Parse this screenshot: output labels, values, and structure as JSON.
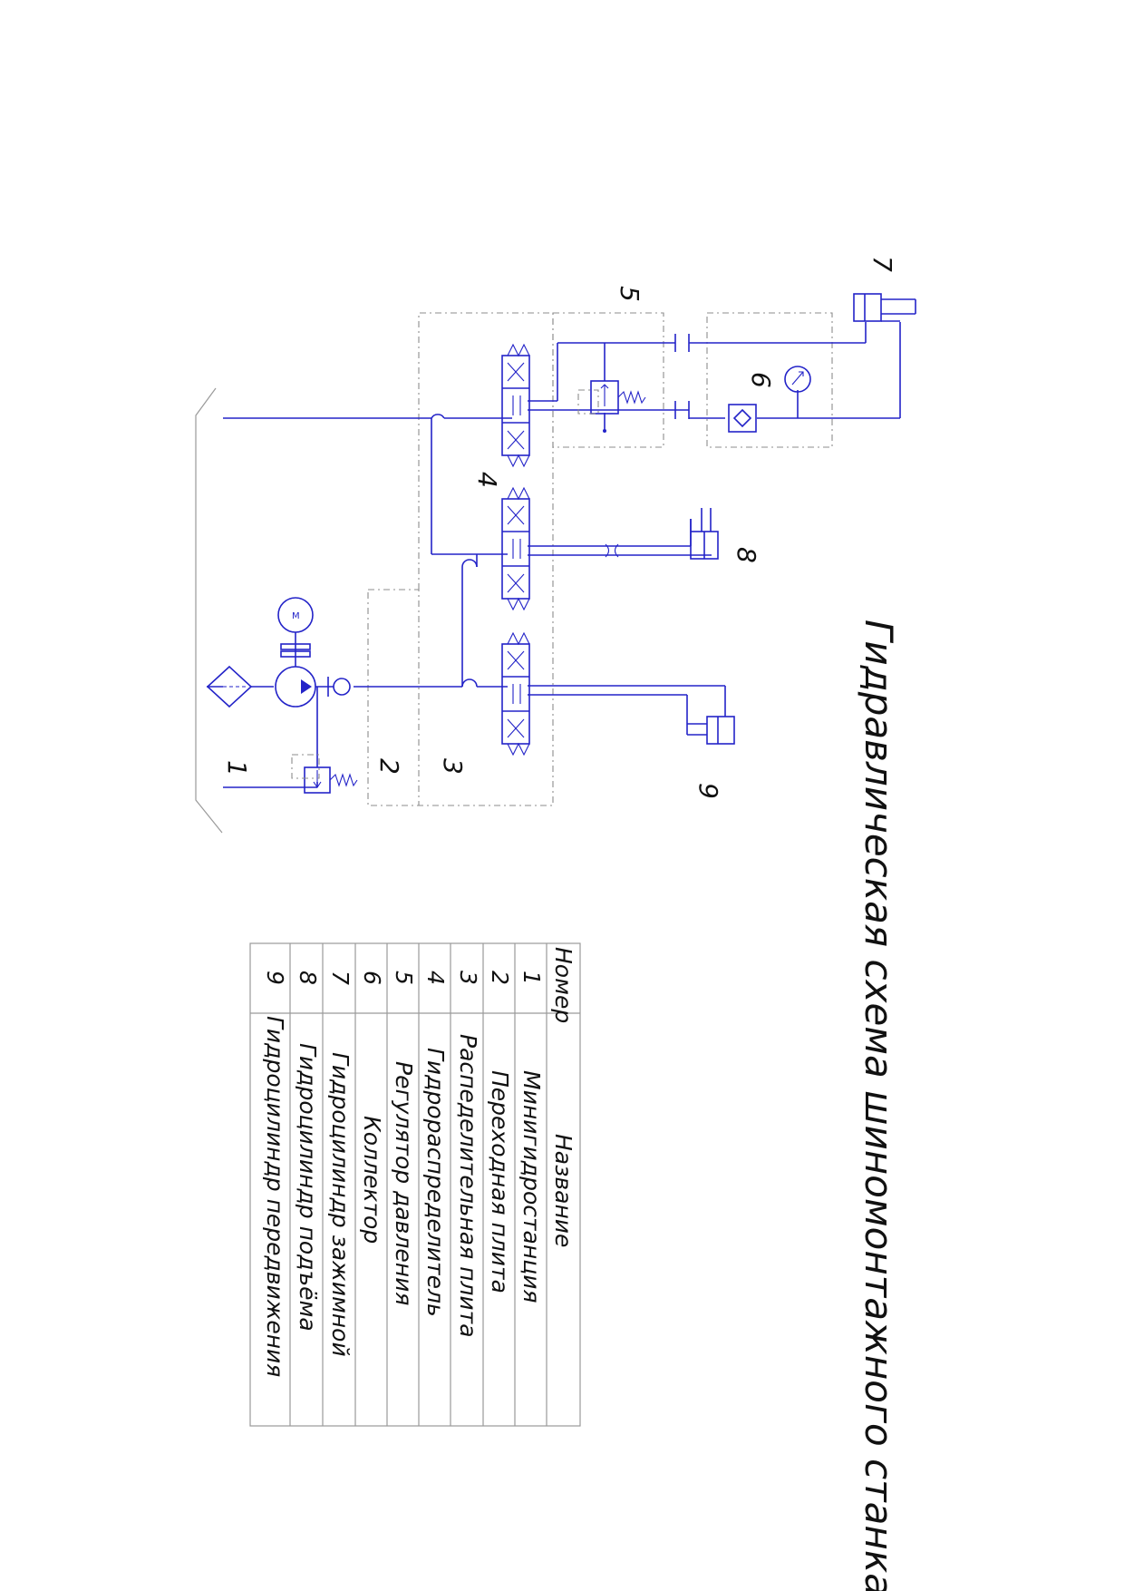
{
  "title": "Гидравлическая схема шиномонтажного станка",
  "motor_label": "M",
  "component_numbers": [
    "1",
    "2",
    "3",
    "4",
    "5",
    "6",
    "7",
    "8",
    "9"
  ],
  "table": {
    "headers": {
      "number": "Номер",
      "name": "Название"
    },
    "rows": [
      {
        "number": "1",
        "name": "Минигидростанция"
      },
      {
        "number": "2",
        "name": "Переходная плита"
      },
      {
        "number": "3",
        "name": "Распеделительная плита"
      },
      {
        "number": "4",
        "name": "Гидрораспределитель"
      },
      {
        "number": "5",
        "name": "Регулятор давления"
      },
      {
        "number": "6",
        "name": "Коллектор"
      },
      {
        "number": "7",
        "name": "Гидроцилиндр зажимной"
      },
      {
        "number": "8",
        "name": "Гидроцилиндр подъёма"
      },
      {
        "number": "9",
        "name": "Гидроцилиндр передвижения"
      }
    ]
  },
  "colors": {
    "lines": "#2323c8",
    "frames": "#8c8c8c",
    "text": "#111111"
  }
}
